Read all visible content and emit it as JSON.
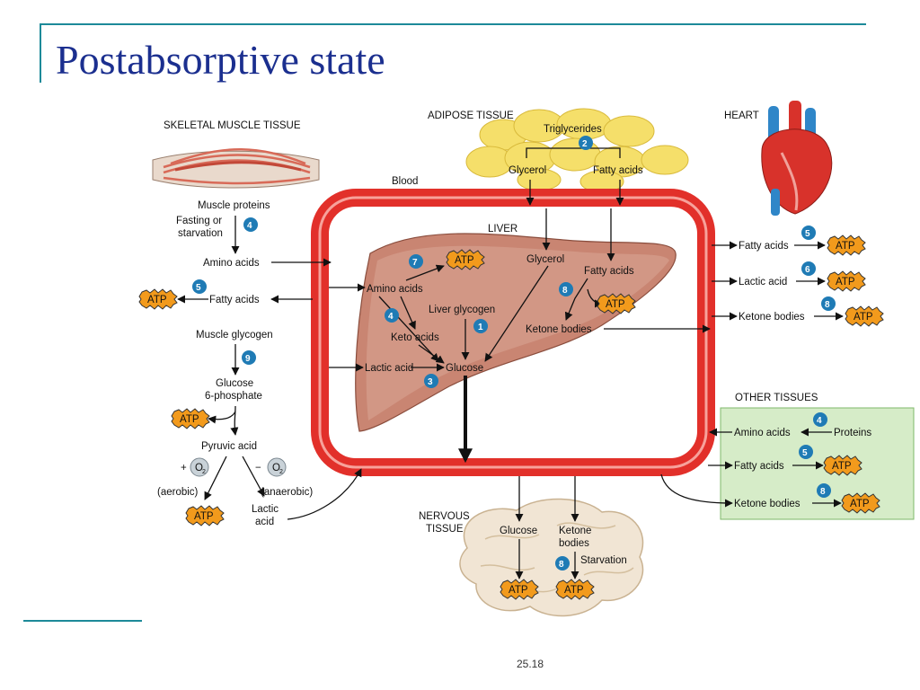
{
  "title": "Postabsorptive state",
  "page_number": "25.18",
  "sections": {
    "skeletal": "SKELETAL MUSCLE TISSUE",
    "adipose": "ADIPOSE TISSUE",
    "heart": "HEART",
    "blood": "Blood",
    "liver": "LIVER",
    "other": "OTHER TISSUES",
    "nervous_1": "NERVOUS",
    "nervous_2": "TISSUE"
  },
  "muscle": {
    "proteins": "Muscle proteins",
    "fasting_1": "Fasting or",
    "fasting_2": "starvation",
    "amino": "Amino acids",
    "fatty": "Fatty acids",
    "glycogen": "Muscle glycogen",
    "g6p_1": "Glucose",
    "g6p_2": "6-phosphate",
    "pyruvic": "Pyruvic acid",
    "o2_plus": "+",
    "o2_minus": "−",
    "o2": "O",
    "o2_sub": "2",
    "aerobic": "(aerobic)",
    "anaerobic": "(anaerobic)",
    "lactic_1": "Lactic",
    "lactic_2": "acid"
  },
  "adipose": {
    "triglycerides": "Triglycerides",
    "glycerol": "Glycerol",
    "fatty": "Fatty acids"
  },
  "liver": {
    "amino": "Amino acids",
    "keto": "Keto acids",
    "lactic": "Lactic acid",
    "glucose": "Glucose",
    "glycogen": "Liver glycogen",
    "glycerol": "Glycerol",
    "fatty": "Fatty acids",
    "ketone": "Ketone bodies"
  },
  "heart": {
    "fatty": "Fatty acids",
    "lactic": "Lactic acid",
    "ketone": "Ketone bodies"
  },
  "other": {
    "amino": "Amino acids",
    "proteins": "Proteins",
    "fatty": "Fatty acids",
    "ketone": "Ketone bodies"
  },
  "nervous": {
    "glucose": "Glucose",
    "ketone_1": "Ketone",
    "ketone_2": "bodies",
    "starvation": "Starvation"
  },
  "atp": "ATP",
  "steps": {
    "s1": "1",
    "s2": "2",
    "s3": "3",
    "s4": "4",
    "s5": "5",
    "s6": "6",
    "s7": "7",
    "s8": "8",
    "s9": "9"
  },
  "colors": {
    "title": "#1b2f8f",
    "accent_line": "#1d8a99",
    "blood_vessel": "#e2302a",
    "liver": "#c98572",
    "fat": "#f5df6a",
    "atp": "#f29a1c",
    "step_badge": "#1f7bb5",
    "other_tissues_bg": "#d6ecc8"
  }
}
